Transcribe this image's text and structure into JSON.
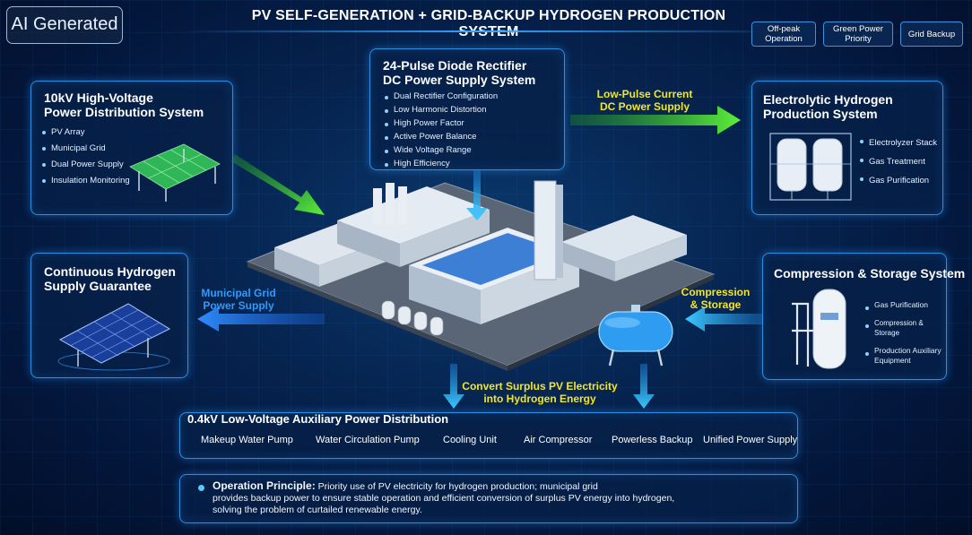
{
  "badge": "AI Generated",
  "title": "PV SELF-GENERATION + GRID-BACKUP HYDROGEN PRODUCTION SYSTEM",
  "modes": [
    "Off-peak Operation",
    "Green Power Priority",
    "Grid Backup"
  ],
  "hv_panel": {
    "title_line1": "10kV High-Voltage",
    "title_line2": "Power Distribution System",
    "items": [
      "PV Array",
      "Municipal Grid",
      "Dual Power Supply",
      "Insulation Monitoring"
    ]
  },
  "rectifier_panel": {
    "title_line1": "24-Pulse Diode Rectifier",
    "title_line2": "DC Power Supply System",
    "items": [
      "Dual Rectifier Configuration",
      "Low Harmonic Distortion",
      "High Power Factor",
      "Active Power Balance",
      "Wide Voltage Range",
      "High Efficiency"
    ]
  },
  "electrolytic_panel": {
    "title_line1": "Electrolytic Hydrogen",
    "title_line2": "Production System",
    "items": [
      "Electrolyzer Stack",
      "Gas Treatment",
      "Gas Purification"
    ]
  },
  "continuous_panel": {
    "title_line1": "Continuous Hydrogen",
    "title_line2": "Supply Guarantee"
  },
  "compression_panel": {
    "title": "Compression & Storage System",
    "items": [
      "Gas Purification",
      "Compression & Storage",
      "Production Auxiliary Equipment"
    ]
  },
  "arrows": {
    "dc_supply_line1": "Low-Pulse Current",
    "dc_supply_line2": "DC Power Supply",
    "grid_supply_line1": "Municipal Grid",
    "grid_supply_line2": "Power Supply",
    "compression_line1": "Compression",
    "compression_line2": "& Storage",
    "convert_line1": "Convert Surplus PV Electricity",
    "convert_line2": "into Hydrogen Energy"
  },
  "aux_panel": {
    "title": "0.4kV Low-Voltage Auxiliary Power Distribution",
    "items": [
      "Makeup Water Pump",
      "Water Circulation Pump",
      "Cooling Unit",
      "Air Compressor",
      "Powerless Backup",
      "Unified Power Supply"
    ]
  },
  "principle": {
    "label": "Operation Principle:",
    "line1": "Priority use of PV electricity for hydrogen production; municipal grid",
    "line2": "provides backup power to ensure stable operation and efficient conversion of surplus PV energy into hydrogen,",
    "line3": "solving the problem of curtailed renewable energy."
  },
  "colors": {
    "green_arrow": "#4fe02a",
    "blue_arrow": "#2f8cff",
    "cyan_arrow": "#36c6ff",
    "label_yellow": "#f2e52a",
    "label_blue": "#2f9bff",
    "panel_border": "#2b8fe0"
  }
}
